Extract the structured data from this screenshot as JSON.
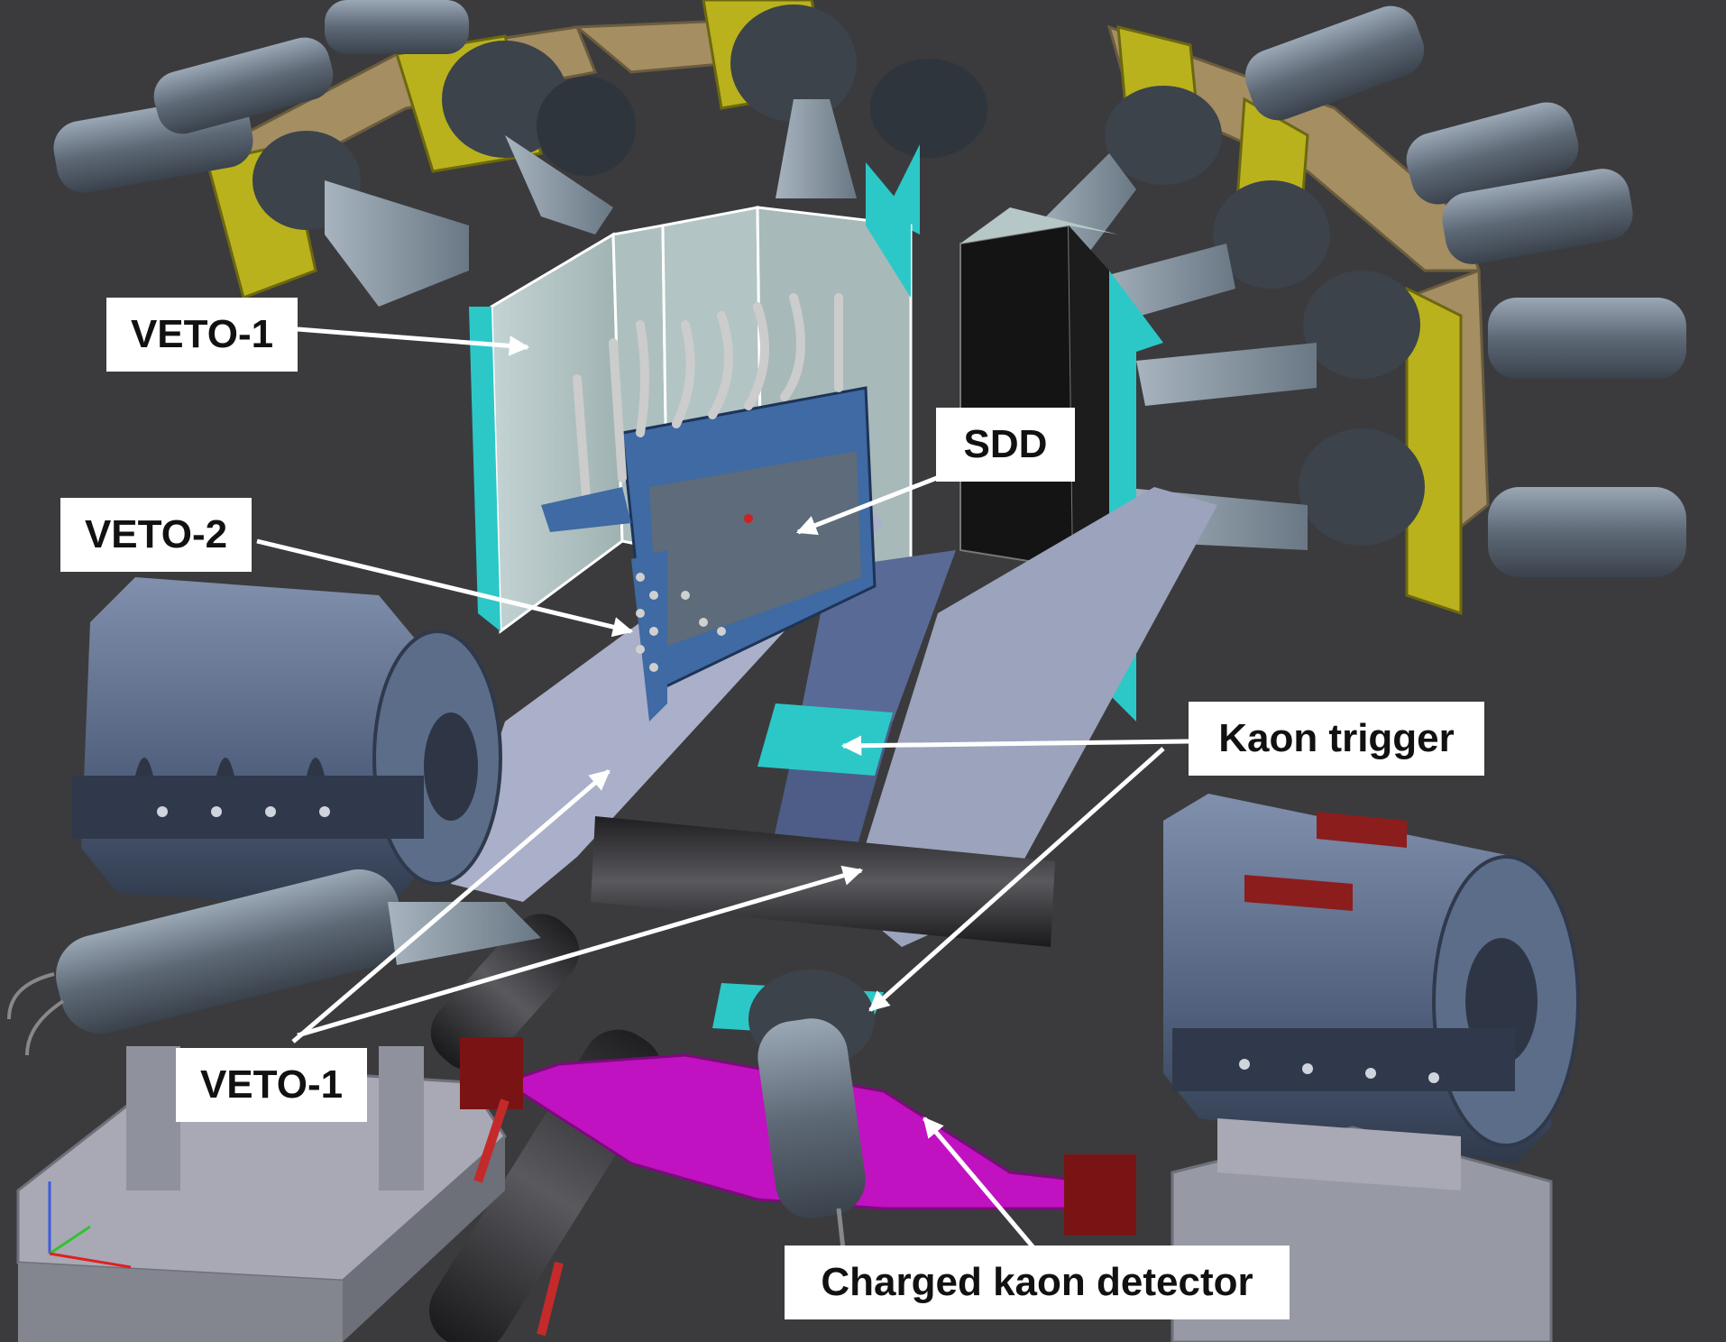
{
  "labels": {
    "veto1_top": "VETO-1",
    "sdd": "SDD",
    "veto2": "VETO-2",
    "kaon_trigger": "Kaon trigger",
    "veto1_bottom": "VETO-1",
    "charged_kaon_detector": "Charged kaon detector"
  },
  "colors": {
    "background": "#3b3b3d",
    "scintillator": "#b6c7c7",
    "lightguide_cyan": "#2cc8c8",
    "pmt_grey": "#6f7a86",
    "frame_yellow": "#b9b21c",
    "plate_tan": "#a48e62",
    "sdd_blue": "#3f6aa3",
    "kaon_detector_magenta": "#c012c0",
    "electromagnet": "#5d6f8e",
    "beam_strip": "#aab0c9",
    "label_box": "#ffffff",
    "arrow": "#ffffff"
  }
}
